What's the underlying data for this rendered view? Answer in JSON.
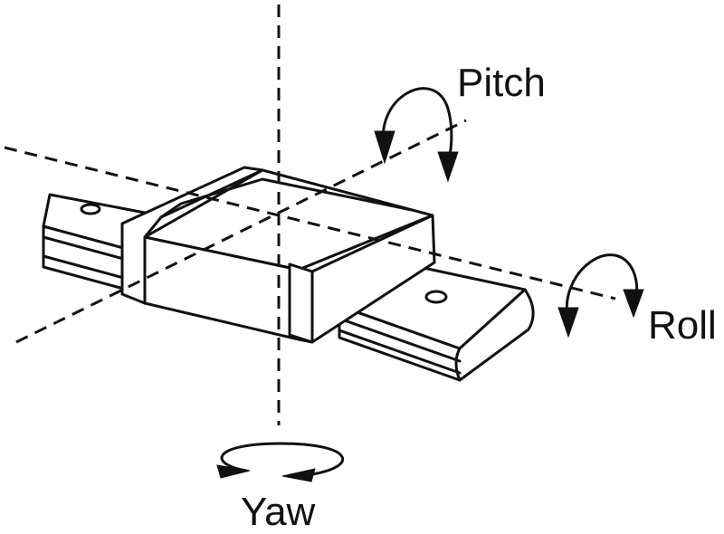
{
  "labels": {
    "pitch": "Pitch",
    "roll": "Roll",
    "yaw": "Yaw"
  },
  "colors": {
    "ink": "#111111",
    "background": "#ffffff"
  }
}
